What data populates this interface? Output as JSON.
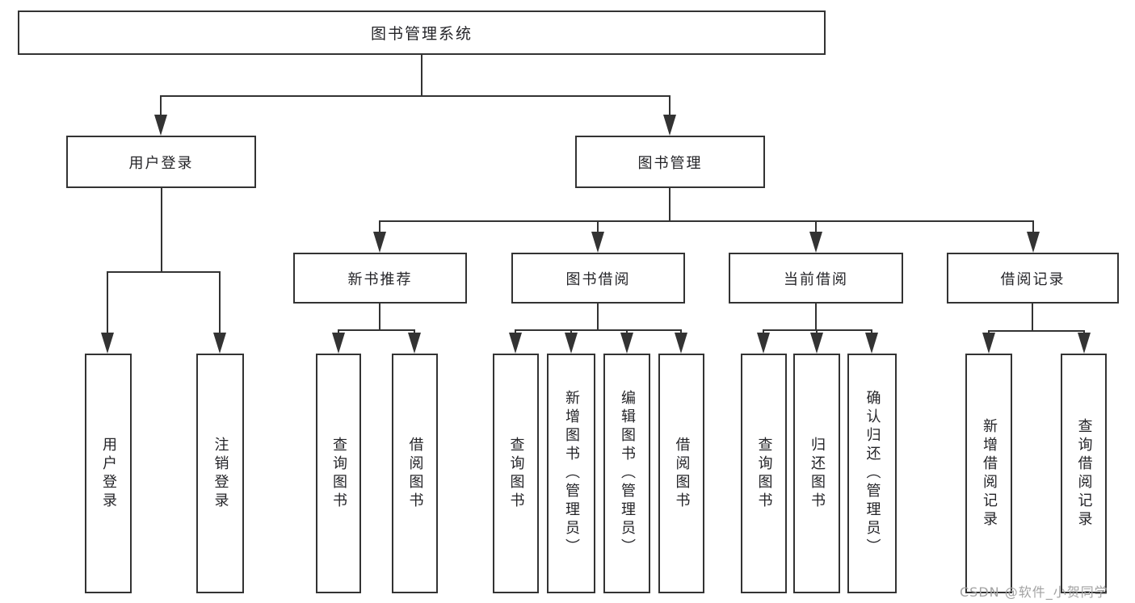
{
  "diagram": {
    "root": {
      "label": "图书管理系统"
    },
    "level2": [
      {
        "id": "user-login",
        "label": "用户登录"
      },
      {
        "id": "book-management",
        "label": "图书管理"
      }
    ],
    "level3": [
      {
        "id": "new-book-recommend",
        "label": "新书推荐"
      },
      {
        "id": "book-borrowing",
        "label": "图书借阅"
      },
      {
        "id": "current-borrowing",
        "label": "当前借阅"
      },
      {
        "id": "borrowing-records",
        "label": "借阅记录"
      }
    ],
    "leaves": [
      {
        "id": "user-login-leaf",
        "label": "用户登录"
      },
      {
        "id": "logout",
        "label": "注销登录"
      },
      {
        "id": "query-books-recommend",
        "label": "查询图书"
      },
      {
        "id": "borrow-books-recommend",
        "label": "借阅图书"
      },
      {
        "id": "query-books-borrow",
        "label": "查询图书"
      },
      {
        "id": "add-books-admin",
        "label": "新增图书（管理员）"
      },
      {
        "id": "edit-books-admin",
        "label": "编辑图书（管理员）"
      },
      {
        "id": "borrow-books",
        "label": "借阅图书"
      },
      {
        "id": "query-books-current",
        "label": "查询图书"
      },
      {
        "id": "return-books",
        "label": "归还图书"
      },
      {
        "id": "confirm-return-admin",
        "label": "确认归还（管理员）"
      },
      {
        "id": "add-borrow-record",
        "label": "新增借阅记录"
      },
      {
        "id": "query-borrow-record",
        "label": "查询借阅记录"
      }
    ]
  },
  "watermark": {
    "text": "CSDN @软件_小贺同学"
  },
  "colors": {
    "line": "#333333",
    "box_border": "#333333",
    "text": "#242428",
    "watermark": "#a2a2a2",
    "background": "#ffffff"
  }
}
